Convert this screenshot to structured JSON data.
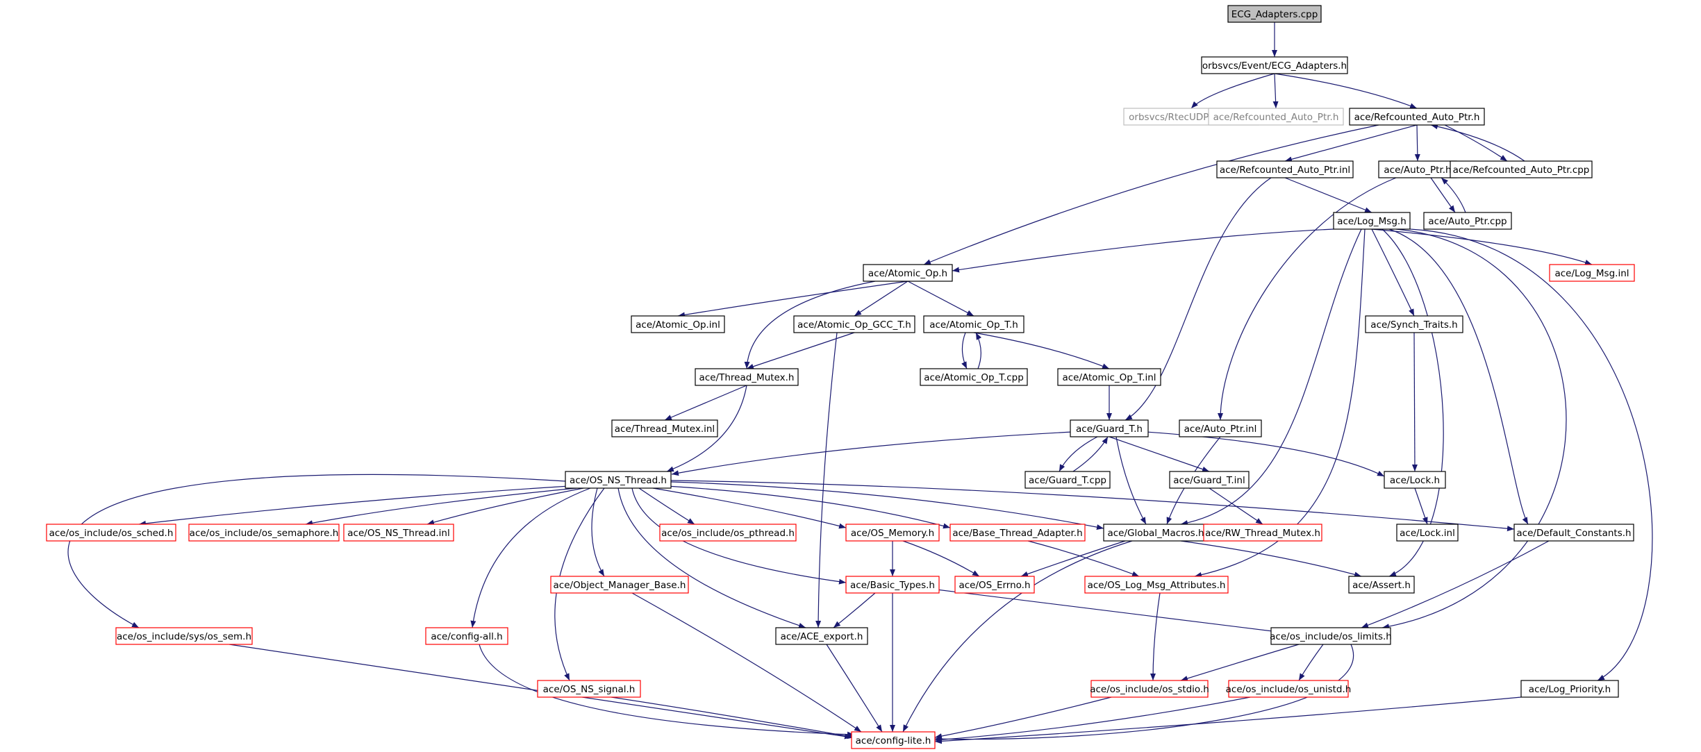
{
  "graph": {
    "colors": {
      "edge": "#191970",
      "root_fill": "#bfbfbf",
      "documented_border": "#000000",
      "truncated_border": "#ff0000",
      "undocumented_border": "#bfbfbf",
      "text": "#000000",
      "undocumented_text": "#808080",
      "background": "#ffffff"
    },
    "nodes": [
      {
        "id": "ecg_cpp",
        "label": "ECG_Adapters.cpp",
        "style": "root"
      },
      {
        "id": "ecg_h",
        "label": "orbsvcs/Event/ECG_Adapters.h",
        "style": "normal"
      },
      {
        "id": "rtecudp",
        "label": "orbsvcs/RtecUDPAdminC.h",
        "style": "gray"
      },
      {
        "id": "refauto_gray",
        "label": "ace/Refcounted_Auto_Ptr.h",
        "style": "gray"
      },
      {
        "id": "refauto_h",
        "label": "ace/Refcounted_Auto_Ptr.h",
        "style": "normal"
      },
      {
        "id": "refauto_inl",
        "label": "ace/Refcounted_Auto_Ptr.inl",
        "style": "normal"
      },
      {
        "id": "auto_ptr_h",
        "label": "ace/Auto_Ptr.h",
        "style": "normal"
      },
      {
        "id": "refauto_cpp",
        "label": "ace/Refcounted_Auto_Ptr.cpp",
        "style": "normal"
      },
      {
        "id": "auto_ptr_cpp",
        "label": "ace/Auto_Ptr.cpp",
        "style": "normal"
      },
      {
        "id": "log_msg_h",
        "label": "ace/Log_Msg.h",
        "style": "normal"
      },
      {
        "id": "atomic_op_h",
        "label": "ace/Atomic_Op.h",
        "style": "normal"
      },
      {
        "id": "log_msg_inl",
        "label": "ace/Log_Msg.inl",
        "style": "red"
      },
      {
        "id": "atomic_op_inl",
        "label": "ace/Atomic_Op.inl",
        "style": "normal"
      },
      {
        "id": "atomic_gcc",
        "label": "ace/Atomic_Op_GCC_T.h",
        "style": "normal"
      },
      {
        "id": "atomic_t_h",
        "label": "ace/Atomic_Op_T.h",
        "style": "normal"
      },
      {
        "id": "synch_traits",
        "label": "ace/Synch_Traits.h",
        "style": "normal"
      },
      {
        "id": "thread_mutex_h",
        "label": "ace/Thread_Mutex.h",
        "style": "normal"
      },
      {
        "id": "atomic_t_cpp",
        "label": "ace/Atomic_Op_T.cpp",
        "style": "normal"
      },
      {
        "id": "atomic_t_inl",
        "label": "ace/Atomic_Op_T.inl",
        "style": "normal"
      },
      {
        "id": "thread_mutex_inl",
        "label": "ace/Thread_Mutex.inl",
        "style": "normal"
      },
      {
        "id": "guard_t_h",
        "label": "ace/Guard_T.h",
        "style": "normal"
      },
      {
        "id": "auto_ptr_inl",
        "label": "ace/Auto_Ptr.inl",
        "style": "normal"
      },
      {
        "id": "os_ns_thread_h",
        "label": "ace/OS_NS_Thread.h",
        "style": "normal"
      },
      {
        "id": "guard_t_cpp",
        "label": "ace/Guard_T.cpp",
        "style": "normal"
      },
      {
        "id": "guard_t_inl",
        "label": "ace/Guard_T.inl",
        "style": "normal"
      },
      {
        "id": "lock_h",
        "label": "ace/Lock.h",
        "style": "normal"
      },
      {
        "id": "os_sched",
        "label": "ace/os_include/os_sched.h",
        "style": "red"
      },
      {
        "id": "os_semaphore",
        "label": "ace/os_include/os_semaphore.h",
        "style": "red"
      },
      {
        "id": "os_ns_thread_inl",
        "label": "ace/OS_NS_Thread.inl",
        "style": "red"
      },
      {
        "id": "os_pthread",
        "label": "ace/os_include/os_pthread.h",
        "style": "red"
      },
      {
        "id": "os_memory",
        "label": "ace/OS_Memory.h",
        "style": "red"
      },
      {
        "id": "base_thread_adapter",
        "label": "ace/Base_Thread_Adapter.h",
        "style": "red"
      },
      {
        "id": "global_macros",
        "label": "ace/Global_Macros.h",
        "style": "normal"
      },
      {
        "id": "rw_thread_mutex",
        "label": "ace/RW_Thread_Mutex.h",
        "style": "red"
      },
      {
        "id": "lock_inl",
        "label": "ace/Lock.inl",
        "style": "normal"
      },
      {
        "id": "default_constants",
        "label": "ace/Default_Constants.h",
        "style": "normal"
      },
      {
        "id": "object_manager_base",
        "label": "ace/Object_Manager_Base.h",
        "style": "red"
      },
      {
        "id": "basic_types",
        "label": "ace/Basic_Types.h",
        "style": "red"
      },
      {
        "id": "os_errno",
        "label": "ace/OS_Errno.h",
        "style": "red"
      },
      {
        "id": "os_log_msg_attr",
        "label": "ace/OS_Log_Msg_Attributes.h",
        "style": "red"
      },
      {
        "id": "assert_h",
        "label": "ace/Assert.h",
        "style": "normal"
      },
      {
        "id": "os_sem",
        "label": "ace/os_include/sys/os_sem.h",
        "style": "red"
      },
      {
        "id": "config_all",
        "label": "ace/config-all.h",
        "style": "red"
      },
      {
        "id": "ace_export",
        "label": "ace/ACE_export.h",
        "style": "normal"
      },
      {
        "id": "os_limits",
        "label": "ace/os_include/os_limits.h",
        "style": "normal"
      },
      {
        "id": "os_ns_signal",
        "label": "ace/OS_NS_signal.h",
        "style": "red"
      },
      {
        "id": "os_stdio",
        "label": "ace/os_include/os_stdio.h",
        "style": "red"
      },
      {
        "id": "os_unistd",
        "label": "ace/os_include/os_unistd.h",
        "style": "red"
      },
      {
        "id": "log_priority",
        "label": "ace/Log_Priority.h",
        "style": "normal"
      },
      {
        "id": "config_lite",
        "label": "ace/config-lite.h",
        "style": "red"
      }
    ],
    "edges": [
      [
        "ecg_cpp",
        "ecg_h"
      ],
      [
        "ecg_h",
        "rtecudp"
      ],
      [
        "ecg_h",
        "refauto_gray"
      ],
      [
        "ecg_h",
        "refauto_h"
      ],
      [
        "refauto_h",
        "refauto_inl"
      ],
      [
        "refauto_h",
        "auto_ptr_h"
      ],
      [
        "refauto_h",
        "refauto_cpp"
      ],
      [
        "refauto_cpp",
        "refauto_h"
      ],
      [
        "refauto_h",
        "atomic_op_h"
      ],
      [
        "auto_ptr_h",
        "auto_ptr_cpp"
      ],
      [
        "auto_ptr_cpp",
        "auto_ptr_h"
      ],
      [
        "auto_ptr_h",
        "auto_ptr_inl"
      ],
      [
        "refauto_inl",
        "log_msg_h"
      ],
      [
        "refauto_inl",
        "guard_t_h"
      ],
      [
        "log_msg_h",
        "atomic_op_h"
      ],
      [
        "log_msg_h",
        "log_msg_inl"
      ],
      [
        "log_msg_h",
        "synch_traits"
      ],
      [
        "log_msg_h",
        "global_macros"
      ],
      [
        "log_msg_h",
        "os_log_msg_attr"
      ],
      [
        "log_msg_h",
        "assert_h"
      ],
      [
        "log_msg_h",
        "default_constants"
      ],
      [
        "log_msg_h",
        "os_limits"
      ],
      [
        "log_msg_h",
        "log_priority"
      ],
      [
        "atomic_op_h",
        "atomic_op_inl"
      ],
      [
        "atomic_op_h",
        "atomic_gcc"
      ],
      [
        "atomic_op_h",
        "atomic_t_h"
      ],
      [
        "atomic_op_h",
        "thread_mutex_h"
      ],
      [
        "atomic_gcc",
        "thread_mutex_h"
      ],
      [
        "atomic_gcc",
        "ace_export"
      ],
      [
        "atomic_t_h",
        "atomic_t_cpp"
      ],
      [
        "atomic_t_cpp",
        "atomic_t_h"
      ],
      [
        "atomic_t_h",
        "atomic_t_inl"
      ],
      [
        "atomic_t_inl",
        "guard_t_h"
      ],
      [
        "thread_mutex_h",
        "thread_mutex_inl"
      ],
      [
        "thread_mutex_h",
        "os_ns_thread_h"
      ],
      [
        "synch_traits",
        "lock_h"
      ],
      [
        "guard_t_h",
        "guard_t_cpp"
      ],
      [
        "guard_t_cpp",
        "guard_t_h"
      ],
      [
        "guard_t_h",
        "guard_t_inl"
      ],
      [
        "guard_t_h",
        "lock_h"
      ],
      [
        "guard_t_h",
        "os_ns_thread_h"
      ],
      [
        "guard_t_h",
        "global_macros"
      ],
      [
        "auto_ptr_inl",
        "global_macros"
      ],
      [
        "guard_t_inl",
        "rw_thread_mutex"
      ],
      [
        "lock_h",
        "lock_inl"
      ],
      [
        "os_ns_thread_h",
        "os_sched"
      ],
      [
        "os_ns_thread_h",
        "os_semaphore"
      ],
      [
        "os_ns_thread_h",
        "os_ns_thread_inl"
      ],
      [
        "os_ns_thread_h",
        "os_pthread"
      ],
      [
        "os_ns_thread_h",
        "os_memory"
      ],
      [
        "os_ns_thread_h",
        "base_thread_adapter"
      ],
      [
        "os_ns_thread_h",
        "global_macros"
      ],
      [
        "os_ns_thread_h",
        "default_constants"
      ],
      [
        "os_ns_thread_h",
        "object_manager_base"
      ],
      [
        "os_ns_thread_h",
        "basic_types"
      ],
      [
        "os_ns_thread_h",
        "os_sem"
      ],
      [
        "os_ns_thread_h",
        "config_all"
      ],
      [
        "os_ns_thread_h",
        "ace_export"
      ],
      [
        "os_ns_thread_h",
        "os_ns_signal"
      ],
      [
        "os_memory",
        "basic_types"
      ],
      [
        "os_memory",
        "os_errno"
      ],
      [
        "base_thread_adapter",
        "os_log_msg_attr"
      ],
      [
        "global_macros",
        "os_errno"
      ],
      [
        "global_macros",
        "assert_h"
      ],
      [
        "global_macros",
        "config_lite"
      ],
      [
        "default_constants",
        "os_limits"
      ],
      [
        "basic_types",
        "ace_export"
      ],
      [
        "basic_types",
        "os_limits"
      ],
      [
        "basic_types",
        "config_lite"
      ],
      [
        "os_log_msg_attr",
        "os_stdio"
      ],
      [
        "object_manager_base",
        "config_lite"
      ],
      [
        "os_limits",
        "os_stdio"
      ],
      [
        "os_limits",
        "os_unistd"
      ],
      [
        "os_limits",
        "config_lite"
      ],
      [
        "os_sem",
        "config_lite"
      ],
      [
        "config_all",
        "config_lite"
      ],
      [
        "ace_export",
        "config_lite"
      ],
      [
        "os_ns_signal",
        "config_lite"
      ],
      [
        "os_stdio",
        "config_lite"
      ],
      [
        "os_unistd",
        "config_lite"
      ],
      [
        "log_priority",
        "config_lite"
      ]
    ]
  }
}
